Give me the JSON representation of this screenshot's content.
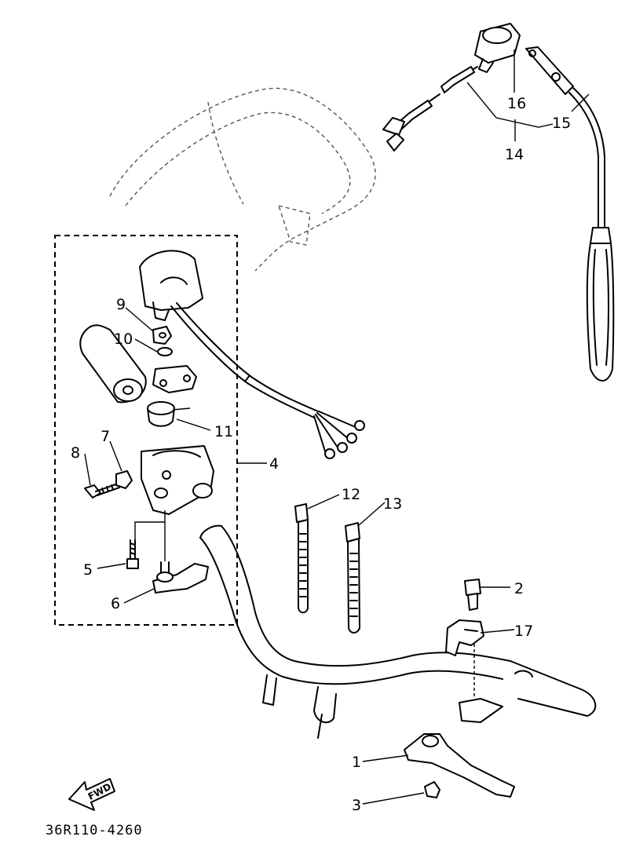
{
  "diagram": {
    "part_code": "36R110-4260",
    "fwd_label": "FWD",
    "callouts": [
      {
        "id": "c1",
        "text": "1"
      },
      {
        "id": "c2",
        "text": "2"
      },
      {
        "id": "c3",
        "text": "3"
      },
      {
        "id": "c4",
        "text": "4"
      },
      {
        "id": "c5",
        "text": "5"
      },
      {
        "id": "c6",
        "text": "6"
      },
      {
        "id": "c7a",
        "text": "7"
      },
      {
        "id": "c8",
        "text": "8"
      },
      {
        "id": "c9",
        "text": "9"
      },
      {
        "id": "c10",
        "text": "10"
      },
      {
        "id": "c11",
        "text": "11"
      },
      {
        "id": "c12",
        "text": "12"
      },
      {
        "id": "c13",
        "text": "13"
      },
      {
        "id": "c14",
        "text": "14"
      },
      {
        "id": "c15",
        "text": "15"
      },
      {
        "id": "c16",
        "text": "16"
      },
      {
        "id": "c17",
        "text": "17"
      }
    ]
  }
}
